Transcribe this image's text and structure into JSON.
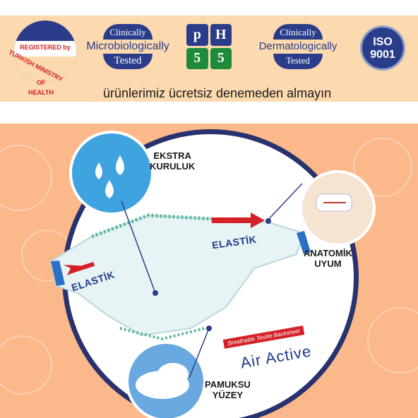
{
  "banner": {
    "badge_registered": {
      "label": "REGISTERED by",
      "curve": "TURKISH MINISTRY",
      "of": "OF",
      "health": "HEALTH"
    },
    "badge_micro": {
      "top": "Clinically",
      "mid": "Microbiologically",
      "bot": "Tested"
    },
    "badge_ph": {
      "p": "p",
      "h": "H",
      "five_a": "5",
      "five_b": "5"
    },
    "badge_derm": {
      "top": "Clinically",
      "mid": "Dermatologically",
      "bot": "Tested"
    },
    "badge_iso": {
      "line1": "ISO",
      "line2": "9001"
    },
    "slogan": "ürünlerimiz ücretsiz denemeden almayın"
  },
  "scene": {
    "ekstra": "EKSTRA",
    "kuruluk": "KURULUK",
    "elastik_left": "ELASTİK",
    "elastik_right": "ELASTİK",
    "anatomik": "ANATOMİK",
    "uyum": "UYUM",
    "breathable": "Breathable Textile Backsheet",
    "air_active": "Air Active",
    "pamuksu": "PAMUKSU",
    "yuzey": "YÜZEY"
  },
  "colors": {
    "navy": "#2b3d8a",
    "red": "#d42027",
    "peach": "#fbb88a",
    "banner": "#fcd9ae",
    "green": "#1e8a3a"
  }
}
